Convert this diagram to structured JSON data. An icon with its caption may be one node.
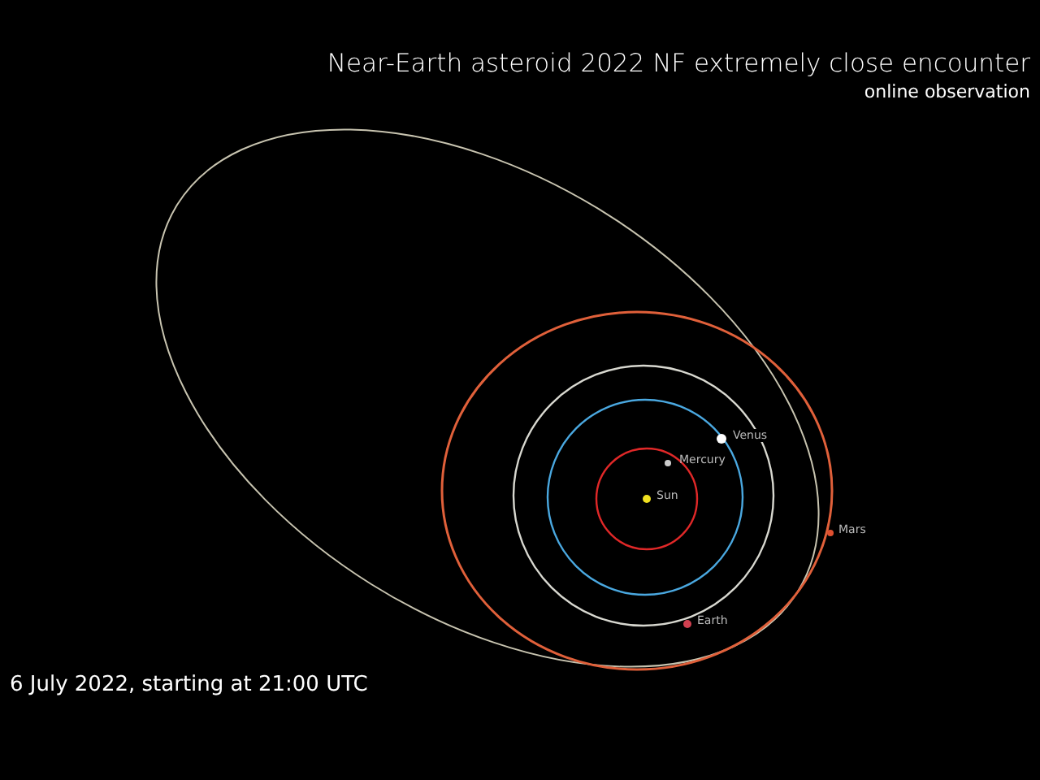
{
  "diagram": {
    "title": "Near-Earth asteroid 2022 NF extremely close encounter",
    "labels": [
      "online observation",
      "Venus",
      "Mercury",
      "Sun",
      "Mars",
      "Earth",
      "6 July 2022, starting at 21:00 UTC"
    ]
  }
}
